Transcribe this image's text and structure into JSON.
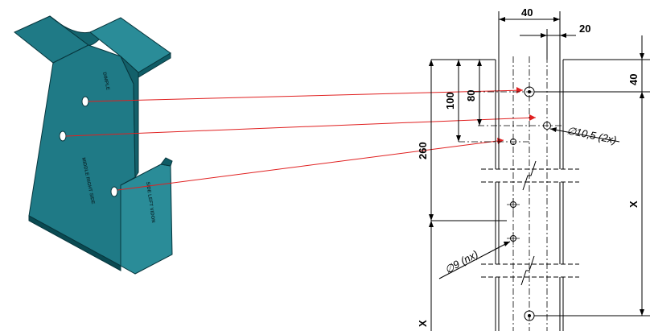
{
  "part_markings": {
    "front_text": "MIDDLE RIGHT SIDE",
    "flap_text": "SIDE LEFT VIDON",
    "top_text": "DIMPLE"
  },
  "dimensions": {
    "width_40": "40",
    "offset_20": "20",
    "top_40": "40",
    "d100": "100",
    "d80": "80",
    "d260": "260",
    "x_right": "X",
    "x_left": "X",
    "hole_large": "10,5 (2x)",
    "hole_small": "9 (nx)",
    "diameter_symbol": "∅"
  },
  "colors": {
    "part_face": "#1f7a86",
    "part_side": "#0f5c66",
    "part_edge": "#07363d",
    "leader": "#e02020",
    "line": "#000000"
  }
}
